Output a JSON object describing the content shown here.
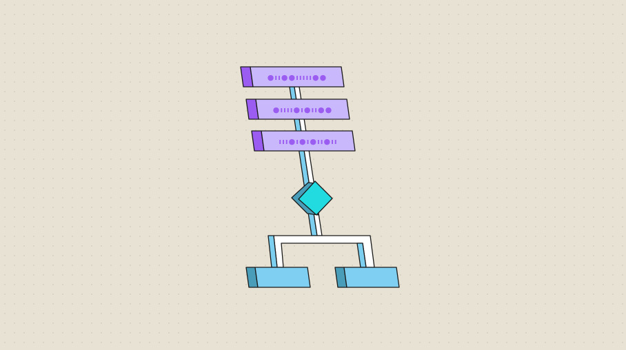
{
  "colors": {
    "background": "#e8e2d4",
    "bar_fill": "#c9b8fb",
    "bar_tab": "#9b5cf2",
    "pipe_blue": "#7dcff0",
    "pipe_white": "#ffffff",
    "diamond_front": "#22dbe0",
    "diamond_back": "#4a9db8",
    "box_fill": "#7ecff2",
    "box_tab": "#4a9db8",
    "outline": "#1a1a1a"
  },
  "bars": [
    {
      "bits": "●ıı●●ııııı●●"
    },
    {
      "bits": "●ıııı●ı●ıı●●"
    },
    {
      "bits": "ııı●ı●ı●ıı●ıı"
    }
  ],
  "decision_icon": "diamond",
  "outputs": [
    "box-left",
    "box-right"
  ]
}
